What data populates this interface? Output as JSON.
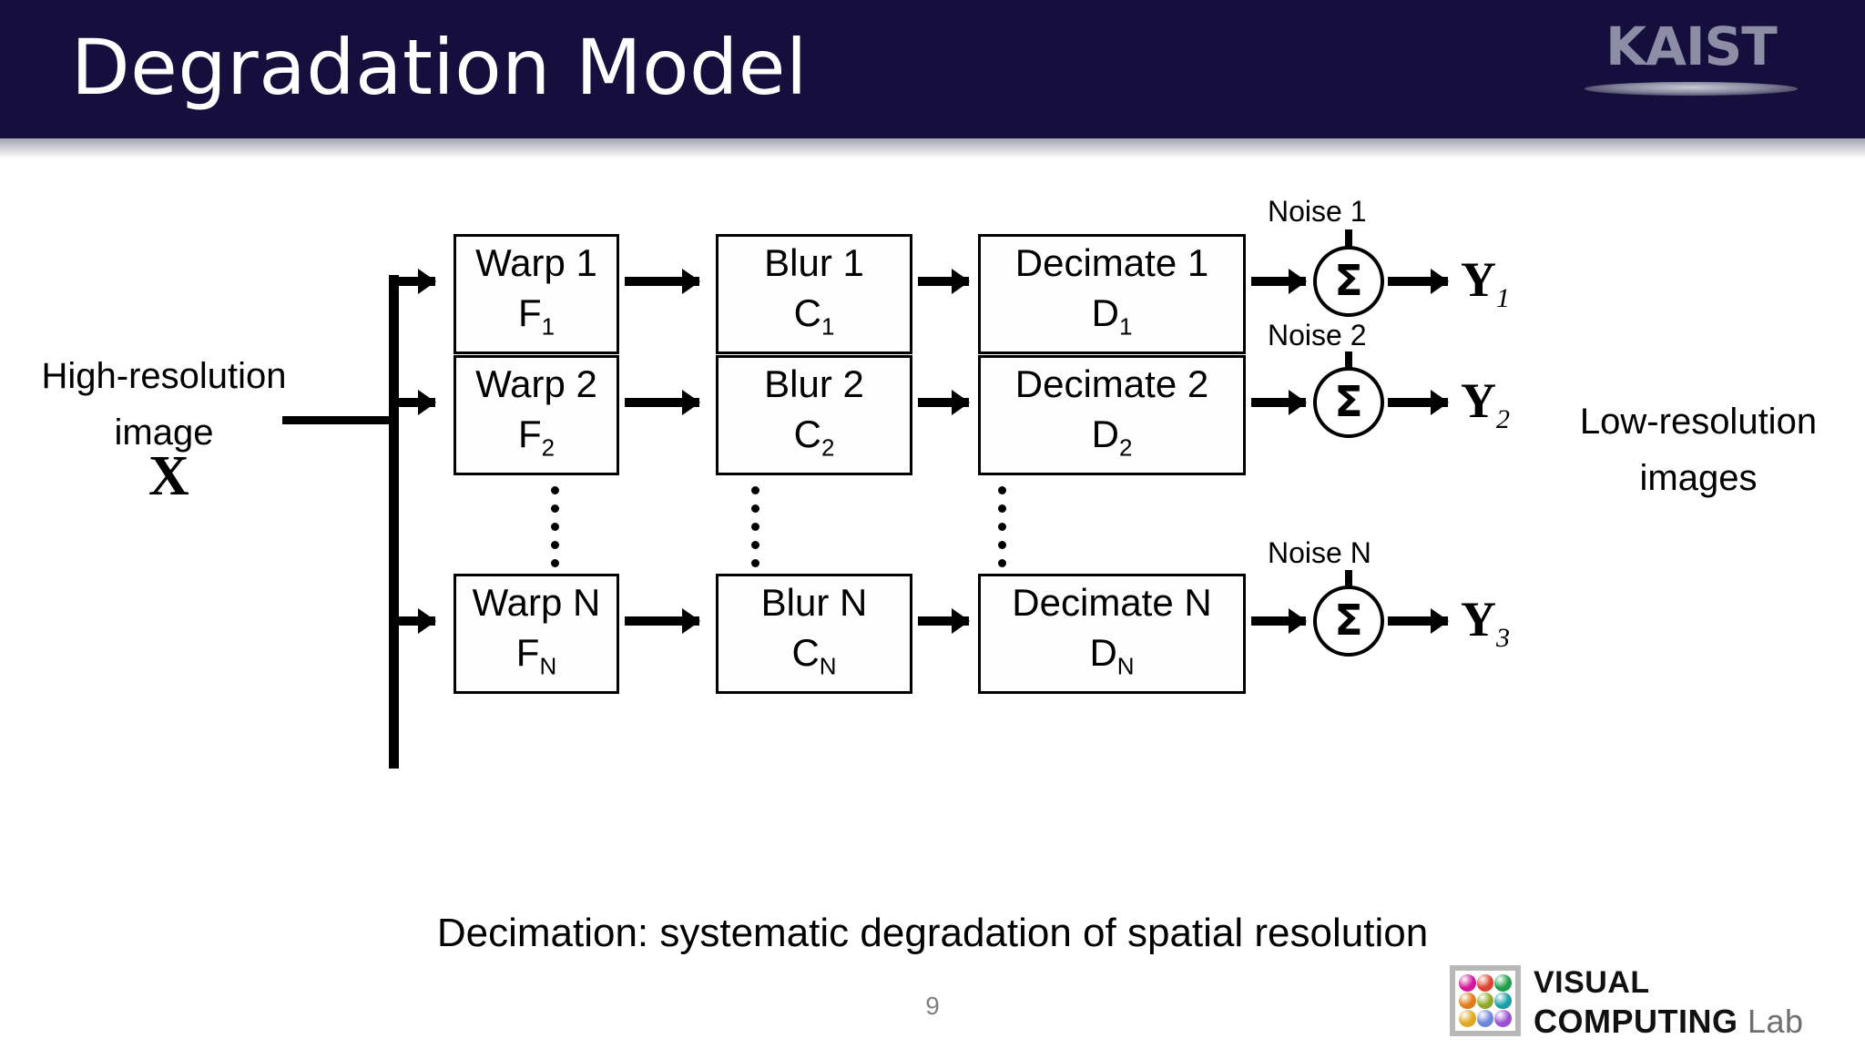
{
  "header": {
    "title": "Degradation Model",
    "logo_text": "KAIST",
    "background_color": "#160F3D",
    "title_color": "#FFFFFF",
    "logo_color": "#8D8DA6"
  },
  "diagram": {
    "input_label_line1": "High-resolution",
    "input_label_line2": "image",
    "input_symbol": "X",
    "output_label_line1": "Low-resolution",
    "output_label_line2": "images",
    "sum_symbol": "Σ",
    "rows": [
      {
        "warp_name": "Warp 1",
        "warp_var": "F",
        "warp_sub": "1",
        "blur_name": "Blur 1",
        "blur_var": "C",
        "blur_sub": "1",
        "decimate_name": "Decimate 1",
        "decimate_var": "D",
        "decimate_sub": "1",
        "noise_label": "Noise 1",
        "output_var": "Y",
        "output_sub": "1"
      },
      {
        "warp_name": "Warp 2",
        "warp_var": "F",
        "warp_sub": "2",
        "blur_name": "Blur 2",
        "blur_var": "C",
        "blur_sub": "2",
        "decimate_name": "Decimate 2",
        "decimate_var": "D",
        "decimate_sub": "2",
        "noise_label": "Noise 2",
        "output_var": "Y",
        "output_sub": "2"
      },
      {
        "warp_name": "Warp N",
        "warp_var": "F",
        "warp_sub": "N",
        "blur_name": "Blur N",
        "blur_var": "C",
        "blur_sub": "N",
        "decimate_name": "Decimate N",
        "decimate_var": "D",
        "decimate_sub": "N",
        "noise_label": "Noise N",
        "output_var": "Y",
        "output_sub": "3"
      }
    ]
  },
  "caption": "Decimation: systematic degradation of spatial resolution",
  "page_number": "9",
  "footer_logo": {
    "line1": "VISUAL",
    "line2": "COMPUTING",
    "lab": "Lab",
    "sphere_colors": [
      "#D4169B",
      "#E0412E",
      "#1F9E4B",
      "#E07B18",
      "#8FA821",
      "#17A0A8",
      "#E0A81C",
      "#6C86D9",
      "#9B4FD0"
    ]
  }
}
